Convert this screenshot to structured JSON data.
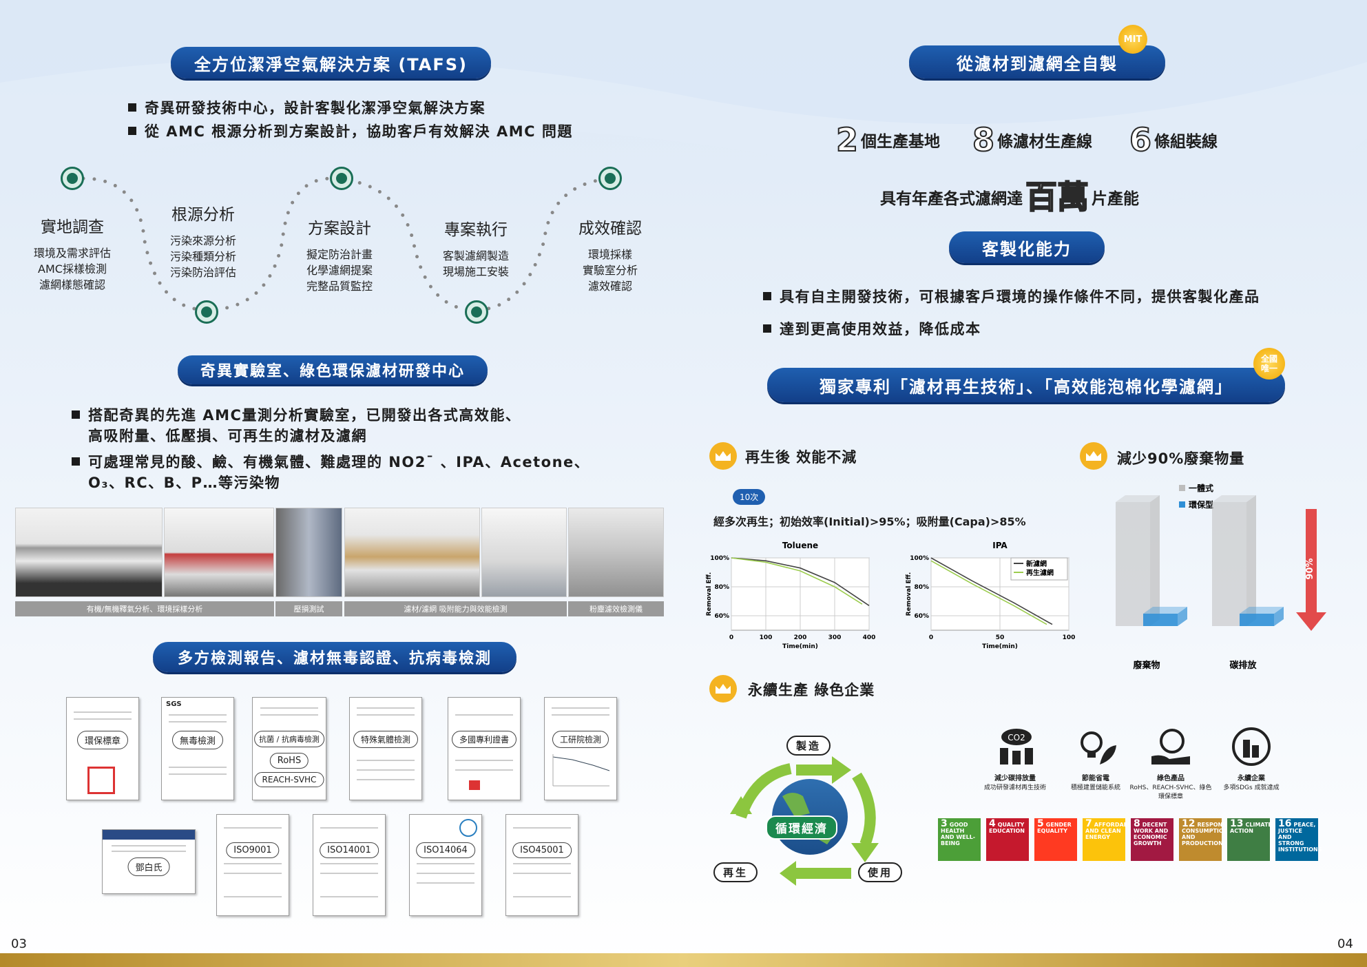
{
  "colors": {
    "navy": "#1a4e9b",
    "green": "#1a6e56",
    "gold": "#c79a2c",
    "light_green": "#8cc63f"
  },
  "left": {
    "tafs_title": "全方位潔淨空氣解決方案 (TAFS)",
    "tafs_bullets": [
      "奇異研發技術中心，設計客製化潔淨空氣解決方案",
      "從 AMC 根源分析到方案設計，協助客戶有效解決 AMC 問題"
    ],
    "steps": [
      {
        "title": "實地調查",
        "lines": [
          "環境及需求評估",
          "AMC採樣檢測",
          "濾網樣態確認"
        ]
      },
      {
        "title": "根源分析",
        "lines": [
          "污染來源分析",
          "污染種類分析",
          "污染防治評估"
        ]
      },
      {
        "title": "方案設計",
        "lines": [
          "擬定防治計畫",
          "化學濾網提案",
          "完整品質監控"
        ]
      },
      {
        "title": "專案執行",
        "lines": [
          "客製濾網製造",
          "現場施工安裝"
        ]
      },
      {
        "title": "成效確認",
        "lines": [
          "環境採樣",
          "實驗室分析",
          "濾效確認"
        ]
      }
    ],
    "lab_title": "奇異實驗室、綠色環保濾材研發中心",
    "lab_bullets": [
      [
        "搭配奇異的先進 AMC量測分析實驗室，已開發出各式高效能、",
        "高吸附量、低壓損、可再生的濾材及濾網"
      ],
      [
        "可處理常見的酸、鹼、有機氣體、難處理的 NO2ˉ 、IPA、Acetone、",
        "O₃、RC、B、P…等污染物"
      ]
    ],
    "photo_captions": [
      "有機/無機釋氣分析、環境採樣分析",
      "壓損測試",
      "濾材/濾網 吸附能力與效能檢測",
      "粉塵濾效檢測儀"
    ],
    "report_title": "多方檢測報告、濾材無毒認證、抗病毒檢測",
    "certs_row1": [
      {
        "labels": [
          "環保標章"
        ]
      },
      {
        "labels": [
          "無毒檢測"
        ],
        "top": "SGS"
      },
      {
        "labels": [
          "抗菌 / 抗病毒檢測",
          "RoHS",
          "REACH-SVHC"
        ]
      },
      {
        "labels": [
          "特殊氣體檢測"
        ]
      },
      {
        "labels": [
          "多國專利證書"
        ]
      },
      {
        "labels": [
          "工研院檢測"
        ]
      }
    ],
    "certs_row2": [
      {
        "labels": [
          "鄧白氏"
        ]
      },
      {
        "labels": [
          "ISO9001"
        ]
      },
      {
        "labels": [
          "ISO14001"
        ]
      },
      {
        "labels": [
          "ISO14064"
        ]
      },
      {
        "labels": [
          "ISO45001"
        ]
      }
    ],
    "page_no": "03"
  },
  "right": {
    "mit_badge": "MIT",
    "auto_title": "從濾材到濾網全自製",
    "stats": [
      {
        "num": "2",
        "label": "個生產基地"
      },
      {
        "num": "8",
        "label": "條濾材生產線"
      },
      {
        "num": "6",
        "label": "條組裝線"
      }
    ],
    "capacity_pre": "具有年產各式濾網達",
    "capacity_big": "百萬",
    "capacity_post": "片產能",
    "custom_title": "客製化能力",
    "custom_bullets": [
      "具有自主開發技術，可根據客戶環境的操作條件不同，提供客製化產品",
      "達到更高使用效益，降低成本"
    ],
    "patent_title": "獨家專利「濾材再生技術」、「高效能泡棉化學濾網」",
    "patent_badge": "全國唯一",
    "regen_title": "再生後  效能不減",
    "regen_tag": "10次",
    "regen_desc": "經多次再生；初始效率(Initial)>95%；吸附量(Capa)>85%",
    "waste_title": "減少90%廢棄物量",
    "sustain_title": "永續生產 綠色企業",
    "cycle_labels": {
      "make": "製造",
      "use": "使用",
      "regen": "再生",
      "center": "循環經濟"
    },
    "green_icons": [
      {
        "label": "減少碳排放量",
        "sub": "成功研發濾材再生技術"
      },
      {
        "label": "節能省電",
        "sub": "積極建置儲能系統"
      },
      {
        "label": "綠色產品",
        "sub": "RoHS、REACH-SVHC、綠色環保標章"
      },
      {
        "label": "永續企業",
        "sub": "多項SDGs 成就達成"
      }
    ],
    "co2_text": "CO2",
    "sdgs": [
      {
        "num": "3",
        "text": "GOOD HEALTH AND WELL-BEING",
        "color": "#4c9f38"
      },
      {
        "num": "4",
        "text": "QUALITY EDUCATION",
        "color": "#c5192d"
      },
      {
        "num": "5",
        "text": "GENDER EQUALITY",
        "color": "#ff3a21"
      },
      {
        "num": "7",
        "text": "AFFORDABLE AND CLEAN ENERGY",
        "color": "#fcc30b"
      },
      {
        "num": "8",
        "text": "DECENT WORK AND ECONOMIC GROWTH",
        "color": "#a21942"
      },
      {
        "num": "12",
        "text": "RESPONSIBLE CONSUMPTION AND PRODUCTION",
        "color": "#bf8b2e"
      },
      {
        "num": "13",
        "text": "CLIMATE ACTION",
        "color": "#3f7e44"
      },
      {
        "num": "16",
        "text": "PEACE, JUSTICE AND STRONG INSTITUTIONS",
        "color": "#00689d"
      }
    ],
    "page_no": "04"
  },
  "chart_data": [
    {
      "type": "line",
      "title": "Toluene",
      "xlabel": "Time(min)",
      "ylabel": "Removal Eff.",
      "x_ticks": [
        "0",
        "100",
        "200",
        "300",
        "400"
      ],
      "y_ticks": [
        "60%",
        "80%",
        "100%"
      ],
      "xlim": [
        0,
        400
      ],
      "ylim": [
        50,
        100
      ],
      "series": [
        {
          "values": [
            [
              0,
              100
            ],
            [
              100,
              98
            ],
            [
              200,
              93
            ],
            [
              300,
              83
            ],
            [
              400,
              67
            ]
          ],
          "color": "#444"
        },
        {
          "values": [
            [
              0,
              100
            ],
            [
              100,
              97
            ],
            [
              200,
              91
            ],
            [
              300,
              80
            ],
            [
              380,
              68
            ]
          ],
          "color": "#9ccc4e"
        }
      ]
    },
    {
      "type": "line",
      "title": "IPA",
      "xlabel": "Time(min)",
      "ylabel": "Removal Eff.",
      "x_ticks": [
        "0",
        "50",
        "100"
      ],
      "y_ticks": [
        "60%",
        "80%",
        "100%"
      ],
      "xlim": [
        0,
        100
      ],
      "ylim": [
        50,
        100
      ],
      "series": [
        {
          "name": "新濾網",
          "values": [
            [
              0,
              100
            ],
            [
              30,
              84
            ],
            [
              60,
              69
            ],
            [
              88,
              54
            ]
          ],
          "color": "#444"
        },
        {
          "name": "再生濾網",
          "values": [
            [
              0,
              98
            ],
            [
              30,
              82
            ],
            [
              60,
              67
            ],
            [
              84,
              54
            ]
          ],
          "color": "#9ccc4e"
        }
      ]
    },
    {
      "type": "bar",
      "categories": [
        "廢棄物",
        "碳排放"
      ],
      "legend_position": "top-left",
      "series": [
        {
          "name": "一體式",
          "values": [
            100,
            100
          ],
          "color": "#bdbdbd"
        },
        {
          "name": "環保型",
          "values": [
            10,
            10
          ],
          "color": "#2f8fd6"
        }
      ],
      "annotation": "90%"
    }
  ]
}
